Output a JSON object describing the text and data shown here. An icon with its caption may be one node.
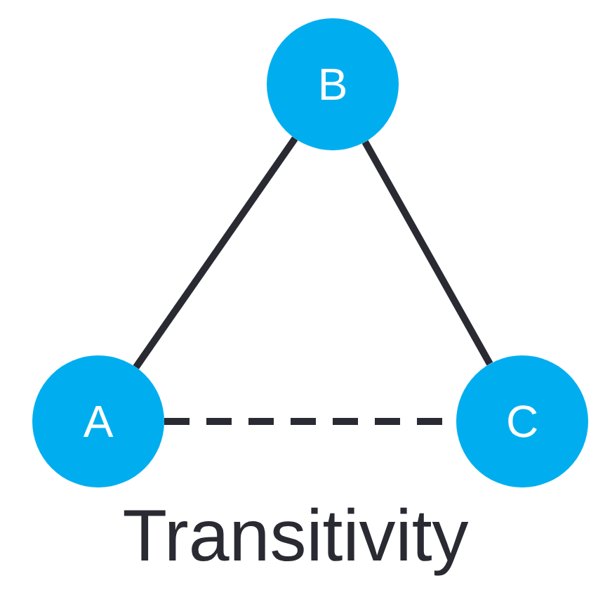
{
  "diagram": {
    "caption": "Transitivity",
    "nodes": [
      {
        "text": [
          "B"
        ]
      },
      {
        "text": [
          "A"
        ]
      },
      {
        "text": [
          "C"
        ]
      }
    ],
    "edges": [
      {
        "from": 1,
        "to": 0,
        "arrow": "none"
      },
      {
        "from": 0,
        "to": 2,
        "arrow": "none"
      },
      {
        "from": 1,
        "to": 2,
        "arrow": "none",
        "style": "dashed"
      }
    ]
  }
}
